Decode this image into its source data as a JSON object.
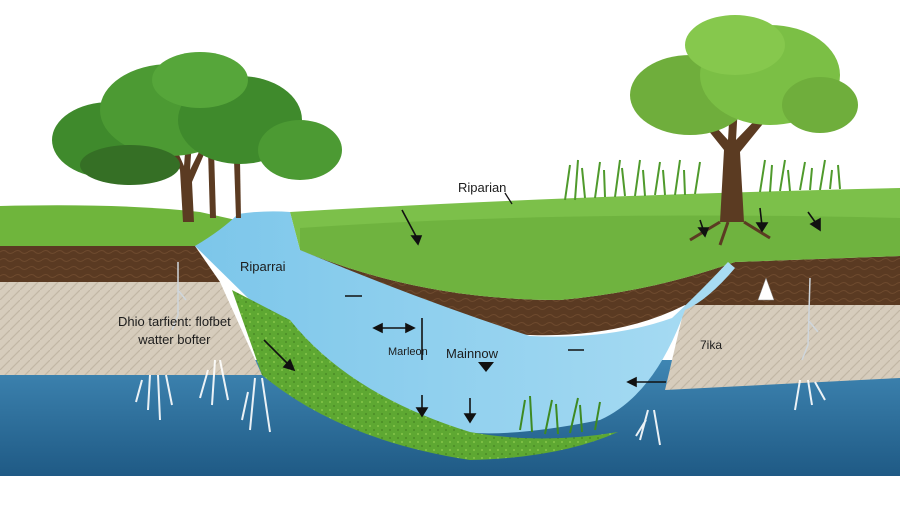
{
  "labels": {
    "riparian_top": "Riparian",
    "riparian_water": "Riparrai",
    "buffer_line1": "Dhio tarfient: flofbet",
    "buffer_line2": "watter bofter",
    "marsh": "Marleon",
    "main": "Mainnow",
    "tika": "7ika"
  },
  "colors": {
    "sky": "#ffffff",
    "grass": "#6fb53c",
    "topsoil": "#5a3a22",
    "sediment": "#d8cfc0",
    "water_channel": "#8fd0ef",
    "groundwater": "#2f6f9a",
    "wetland": "#5ea832",
    "foliage": "#3f8a2c",
    "trunk": "#5b3b22"
  },
  "icons": [
    "flow-arrow-icon",
    "triangle-marker-icon",
    "root-icon",
    "tree-icon",
    "grass-tuft-icon"
  ]
}
